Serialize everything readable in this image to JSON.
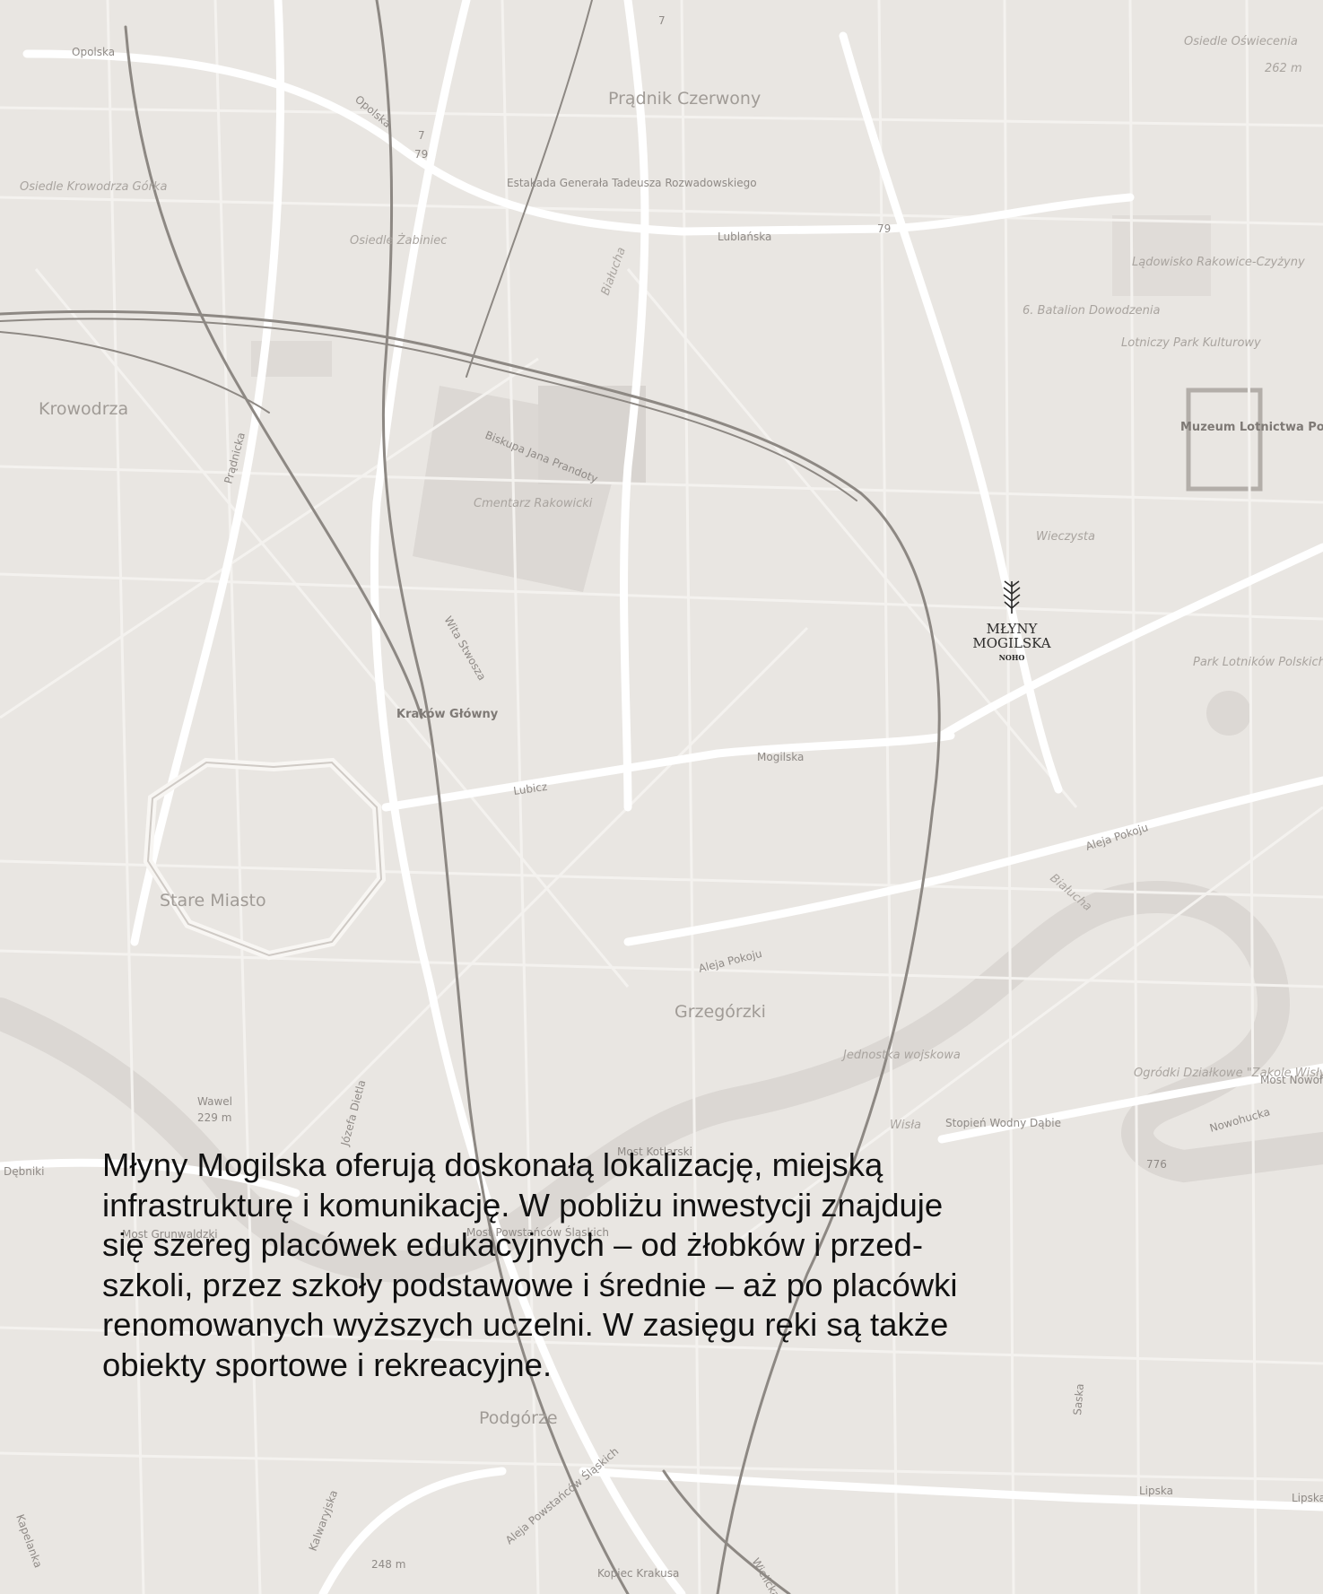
{
  "caption": {
    "lines": [
      "Młyny Mogilska oferują doskonałą lokalizację, miejską",
      "infrastrukturę i komunikację. W pobliżu inwestycji znajduje",
      "się szereg placówek edukacyjnych – od żłobków i przed-",
      "szkoli, przez szkoły podstawowe i średnie – aż po placówki",
      "renomowanych wyższych uczelni. W zasięgu ręki są także",
      "obiekty sportowe i rekreacyjne."
    ]
  },
  "brand": {
    "line1": "MŁYNY",
    "line2": "MOGILSKA",
    "line3": "NOHO",
    "icon": "wheat-emblem-icon"
  },
  "map": {
    "colors": {
      "background": "#e9e6e2",
      "road": "#ffffff",
      "rail": "#8d8883",
      "label": "#9a9591"
    },
    "districts": {
      "pradnik": "Prądnik Czerwony",
      "krowodrza": "Krowodrza",
      "stare_miasto": "Stare Miasto",
      "grzegorzki": "Grzegórzki",
      "podgorze": "Podgórze"
    },
    "areas": {
      "osiedle_oswiecenia": "Osiedle Oświecenia",
      "osiedle_krowodrza": "Osiedle Krowodrza Górka",
      "osiedle_zabiniec": "Osiedle Żabiniec",
      "estakada": "Estakada Generała Tadeusza Rozwadowskiego",
      "ladowisko": "Lądowisko Rakowice-Czyżyny",
      "batalion": "6. Batalion Dowodzenia",
      "lotniczy_park": "Lotniczy Park Kulturowy",
      "muzeum": "Muzeum Lotnictwa Polskiego",
      "cmentarz": "Cmentarz Rakowicki",
      "wieczysta": "Wieczysta",
      "park_lotnikow": "Park Lotników Polskich",
      "krakow_glowny": "Kraków Główny",
      "jednostka": "Jednostka wojskowa",
      "ogrodki": "Ogródki Działkowe \"Zakole Wisły\"",
      "stopien": "Stopień Wodny Dąbie",
      "wawel": "Wawel",
      "wawel_elev": "229 m",
      "kopiec": "Kopiec Krakusa",
      "elev_262": "262 m",
      "elev_248": "248 m"
    },
    "streets": {
      "opolska1": "Opolska",
      "opolska2": "Opolska",
      "lublanska": "Lublańska",
      "pradnicka": "Prądnicka",
      "biskupa": "Biskupa Jana Prandoty",
      "wita": "Wita Stwosza",
      "mogilska": "Mogilska",
      "lubicz": "Lubicz",
      "aleja_pokoju1": "Aleja Pokoju",
      "aleja_pokoju2": "Aleja Pokoju",
      "bialucha1": "Białucha",
      "bialucha2": "Białucha",
      "nowohucka": "Nowohucka",
      "most_nowohucki": "Most Nowohucki",
      "most_kotlarski": "Most Kotlarski",
      "most_grunwaldzki": "Most Grunwaldzki",
      "most_powstancow": "Most Powstańców Śląskich",
      "debniki": "Dębniki",
      "aleja_powstancow": "Aleja Powstańców Śląskich",
      "lipska1": "Lipska",
      "lipska2": "Lipska",
      "saska": "Saska",
      "kalwaryjska": "Kalwaryjska",
      "kapelanka": "Kapelanka",
      "jozefa": "Józefa Dietla",
      "wisla": "Wisła",
      "wielicka": "Wielicka"
    },
    "route_numbers": {
      "r7a": "7",
      "r7b": "7",
      "r79a": "79",
      "r79b": "79",
      "r776": "776"
    }
  }
}
